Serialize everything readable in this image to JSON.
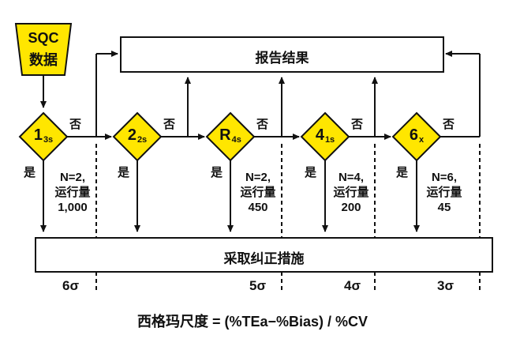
{
  "start": {
    "line1": "SQC",
    "line2": "数据"
  },
  "report_box": {
    "label": "报告结果"
  },
  "action_box": {
    "label": "采取纠正措施"
  },
  "rules": [
    {
      "main": "1",
      "sub": "3s"
    },
    {
      "main": "2",
      "sub": "2s"
    },
    {
      "main": "R",
      "sub": "4s"
    },
    {
      "main": "4",
      "sub": "1s"
    },
    {
      "main": "6",
      "sub": "x"
    }
  ],
  "yes_label": "是",
  "no_label": "否",
  "run_info": [
    {
      "n": "N=2,",
      "label": "运行量",
      "value": "1,000"
    },
    {
      "n": "N=2,",
      "label": "运行量",
      "value": "450"
    },
    {
      "n": "N=4,",
      "label": "运行量",
      "value": "200"
    },
    {
      "n": "N=6,",
      "label": "运行量",
      "value": "45"
    }
  ],
  "sigma_levels": [
    "6σ",
    "5σ",
    "4σ",
    "3σ"
  ],
  "formula": "西格玛尺度 = (%TEa−%Bias) / %CV",
  "colors": {
    "diamond": "#FFE600",
    "stroke": "#111111"
  }
}
